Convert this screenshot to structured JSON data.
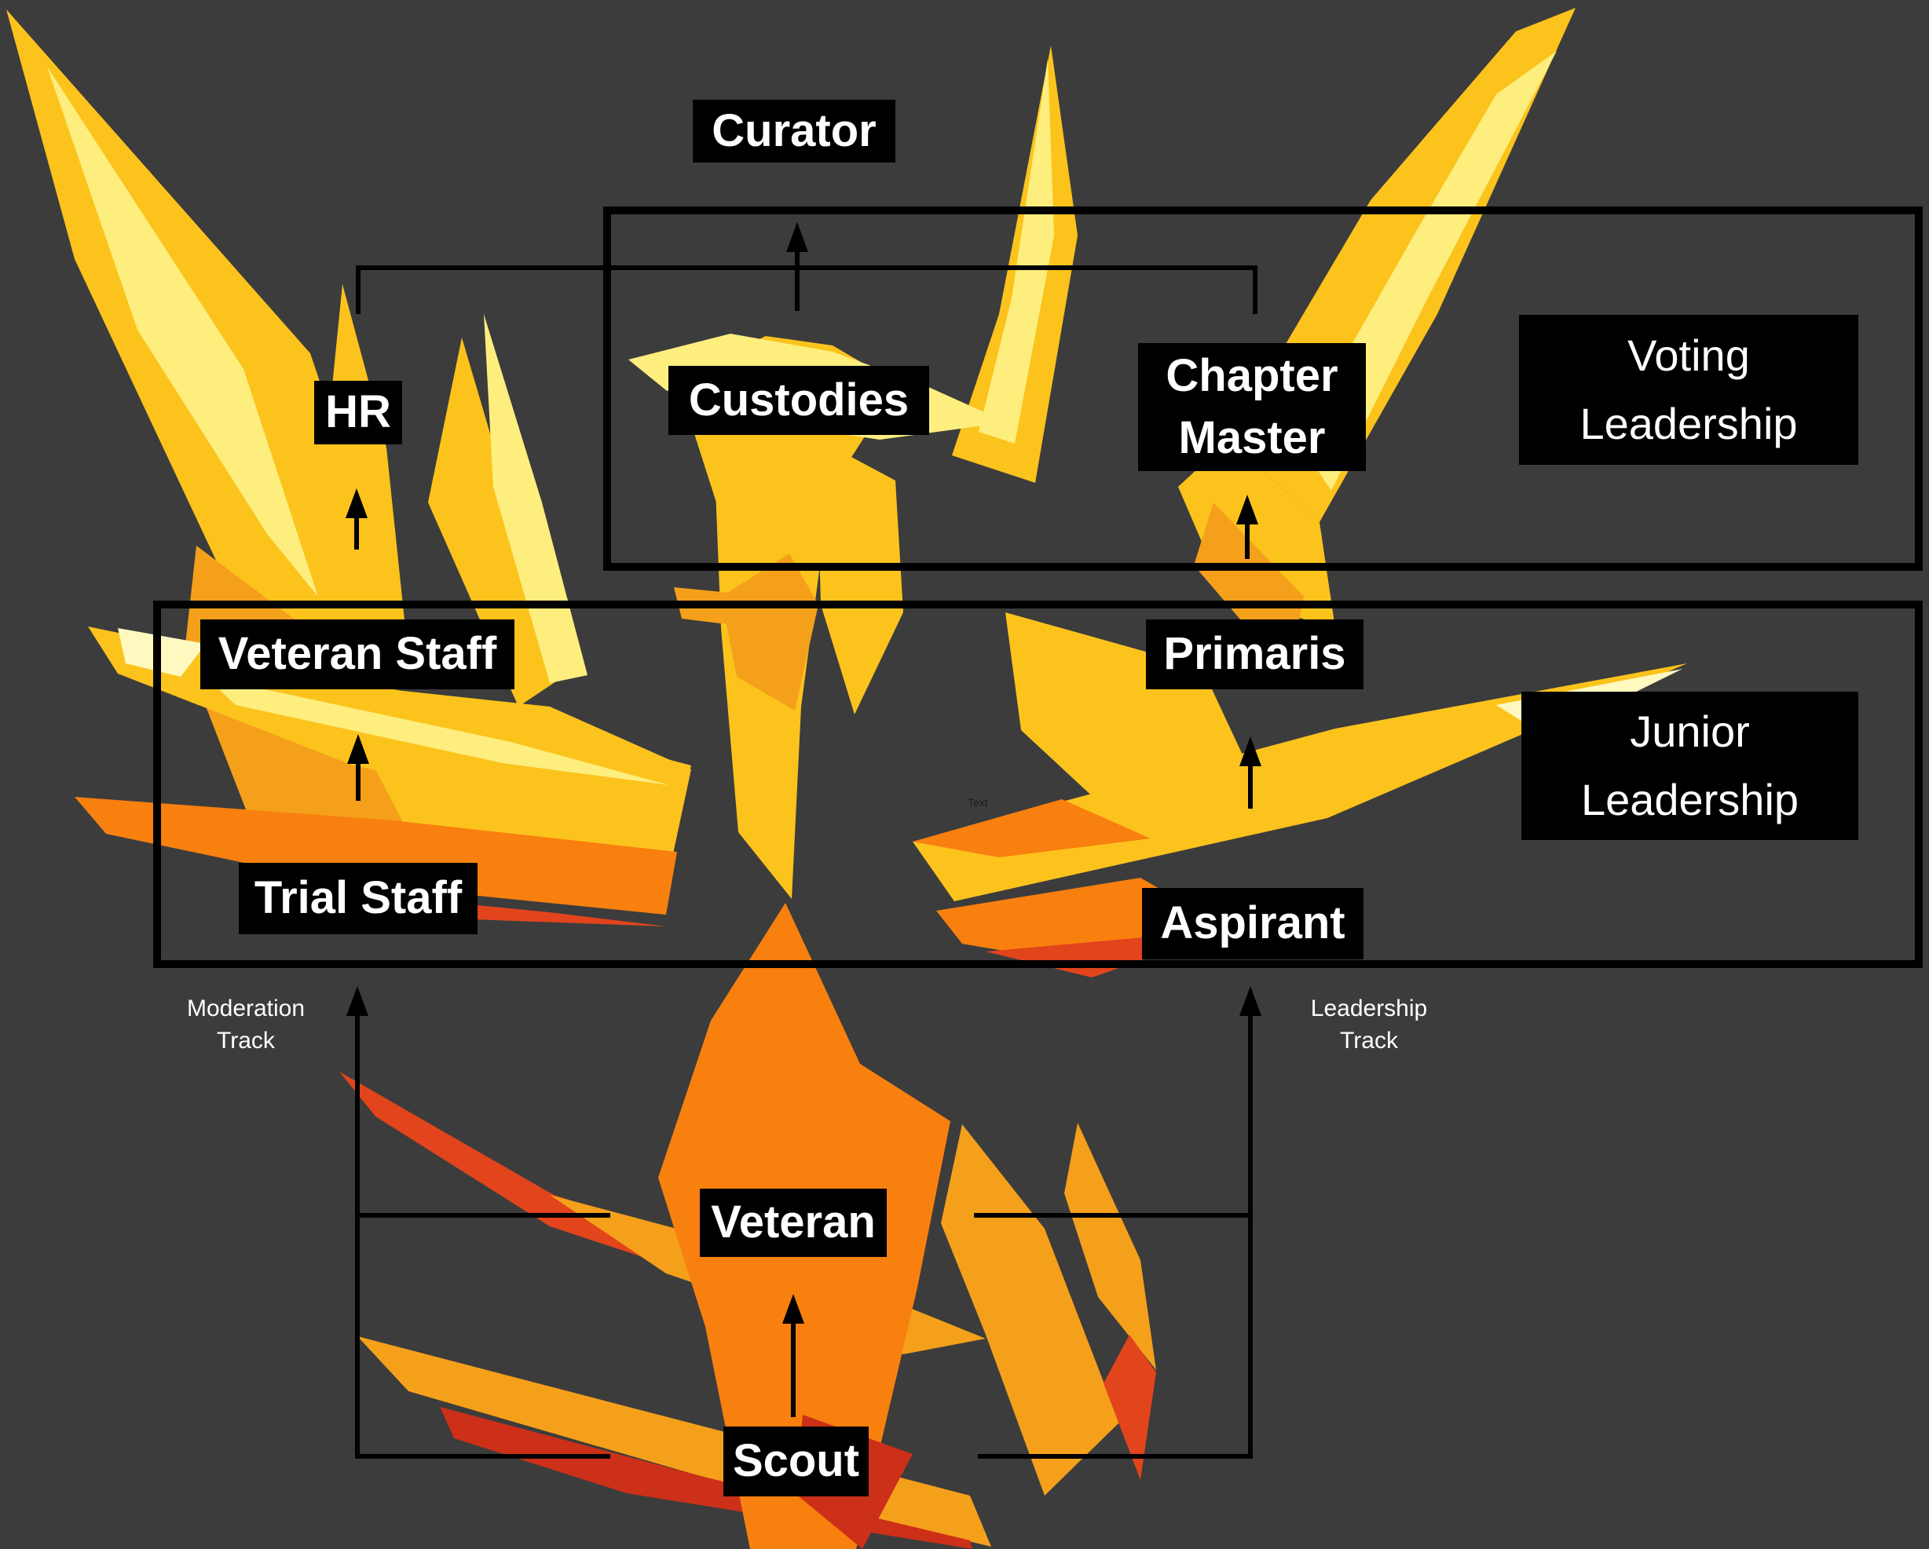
{
  "background_color": "#3C3C3C",
  "palette": {
    "gold": "#FCC31D",
    "pale_yellow": "#FDEE7E",
    "cream_highlight": "#FFF9C0",
    "amber": "#F5A01B",
    "orange": "#F8800F",
    "red_orange": "#E2441C",
    "deep_red": "#CC3018",
    "line_color": "#000000",
    "label_background": "#000000",
    "label_text": "#FFFFFF"
  },
  "nodes": {
    "curator": {
      "label": "Curator"
    },
    "hr": {
      "label": "HR"
    },
    "custodies": {
      "label": "Custodies"
    },
    "chapter_master": {
      "line1": "Chapter",
      "line2": "Master"
    },
    "veteran_staff": {
      "label": "Veteran Staff"
    },
    "primaris": {
      "label": "Primaris"
    },
    "trial_staff": {
      "label": "Trial Staff"
    },
    "aspirant": {
      "label": "Aspirant"
    },
    "veteran": {
      "label": "Veteran"
    },
    "scout": {
      "label": "Scout"
    }
  },
  "groups": {
    "voting_leadership": {
      "line1": "Voting",
      "line2": "Leadership",
      "members": [
        "HR",
        "Custodies",
        "Chapter Master"
      ]
    },
    "junior_leadership": {
      "line1": "Junior",
      "line2": "Leadership",
      "members": [
        "Veteran Staff",
        "Primaris",
        "Trial Staff",
        "Aspirant"
      ]
    }
  },
  "tracks": {
    "moderation": {
      "line1": "Moderation",
      "line2": "Track"
    },
    "leadership": {
      "line1": "Leadership",
      "line2": "Track"
    }
  },
  "edges": [
    {
      "from": "Custodies",
      "to": "Curator"
    },
    {
      "from": "Veteran Staff",
      "to": "HR"
    },
    {
      "from": "Primaris",
      "to": "Chapter Master"
    },
    {
      "from": "Trial Staff",
      "to": "Veteran Staff"
    },
    {
      "from": "Aspirant",
      "to": "Primaris"
    },
    {
      "from": "Veteran",
      "to": "Trial Staff",
      "via": "Moderation Track"
    },
    {
      "from": "Veteran",
      "to": "Aspirant",
      "via": "Leadership Track"
    },
    {
      "from": "Scout",
      "to": "Veteran"
    }
  ],
  "artifact_text": "Text"
}
